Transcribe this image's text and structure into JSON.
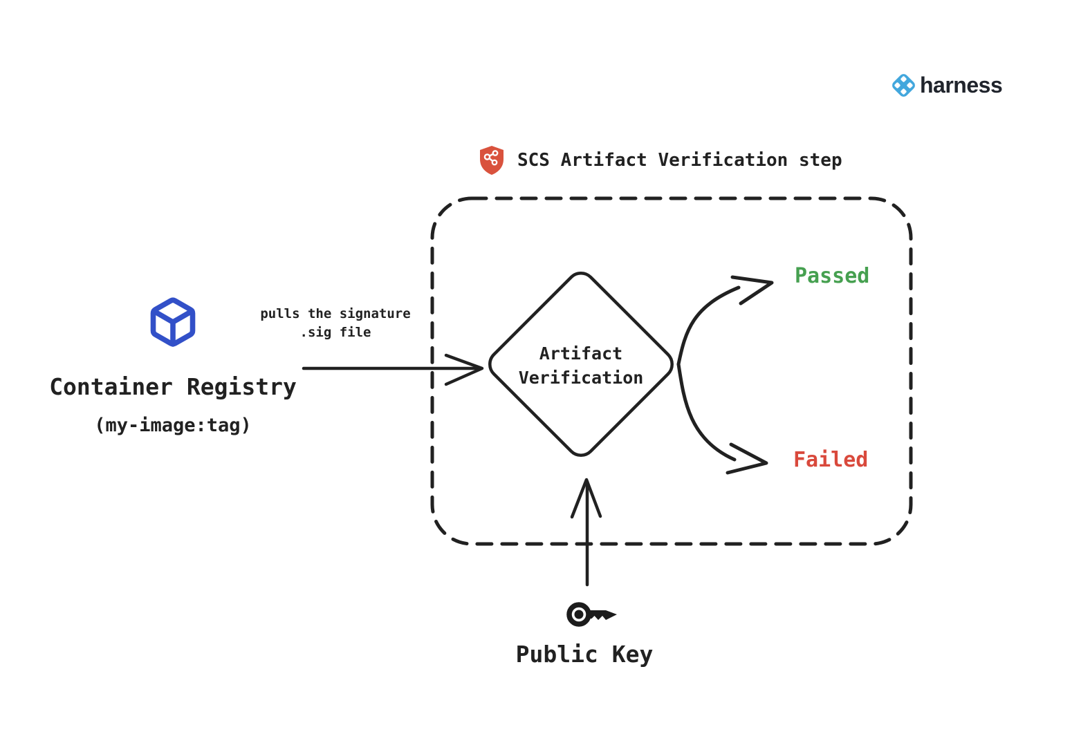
{
  "brand": {
    "name": "harness",
    "icon": "harness-diamond-icon",
    "icon_color": "#42a7dd",
    "text_color": "#20242c"
  },
  "step": {
    "title": "SCS Artifact Verification step",
    "icon": "supply-chain-shield-icon",
    "shield_color": "#d9523d"
  },
  "registry": {
    "label": "Container Registry",
    "tag": "(my-image:tag)",
    "icon": "cube-icon",
    "icon_color": "#3250c8"
  },
  "edge": {
    "label_line1": "pulls the signature",
    "label_line2": ".sig file"
  },
  "diamond": {
    "line1": "Artifact",
    "line2": "Verification"
  },
  "outcomes": {
    "passed": {
      "label": "Passed",
      "color": "#46a050"
    },
    "failed": {
      "label": "Failed",
      "color": "#d9493c"
    }
  },
  "public_key": {
    "label": "Public Key",
    "icon": "key-icon"
  },
  "ink_color": "#212121"
}
